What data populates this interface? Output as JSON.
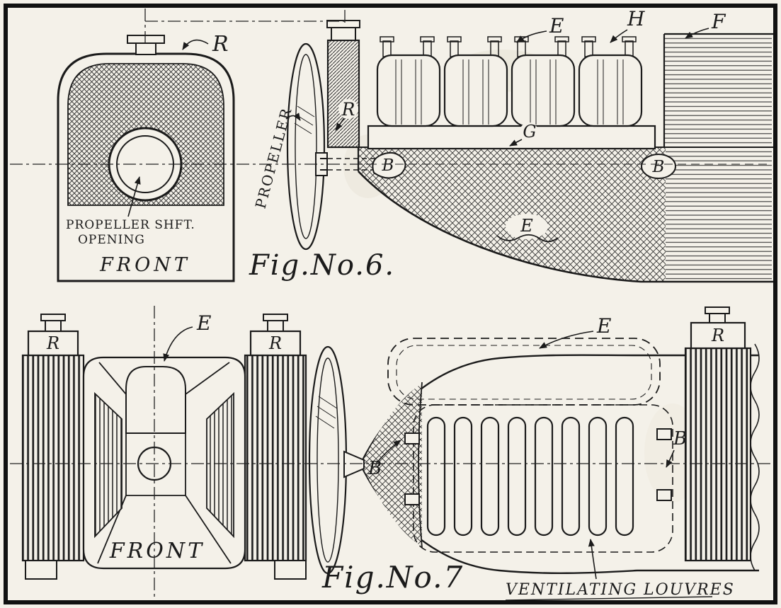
{
  "fig6": {
    "caption": "Fig.No.6.",
    "radiator_label": "R",
    "shaft_line1": "PROPELLER SHFT.",
    "shaft_line2": "OPENING",
    "front_caption": "FRONT",
    "propeller_label": "PROPELLER",
    "side_radiator_label": "R",
    "engine_label": "E",
    "hatch_label": "H",
    "fuselage_label": "F",
    "crankcase_label": "G",
    "bearer_left_label": "B",
    "bearer_right_label": "B",
    "hull_engine_label": "E"
  },
  "fig7": {
    "caption": "Fig.No.7",
    "front_left_radiator_label": "R",
    "front_right_radiator_label": "R",
    "front_engine_label": "E",
    "front_caption": "FRONT",
    "plan_engine_label": "E",
    "plan_bearer_left_label": "B",
    "plan_bearer_right_label": "B",
    "plan_radiator_label": "R",
    "louvres_caption": "VENTILATING LOUVRES"
  }
}
